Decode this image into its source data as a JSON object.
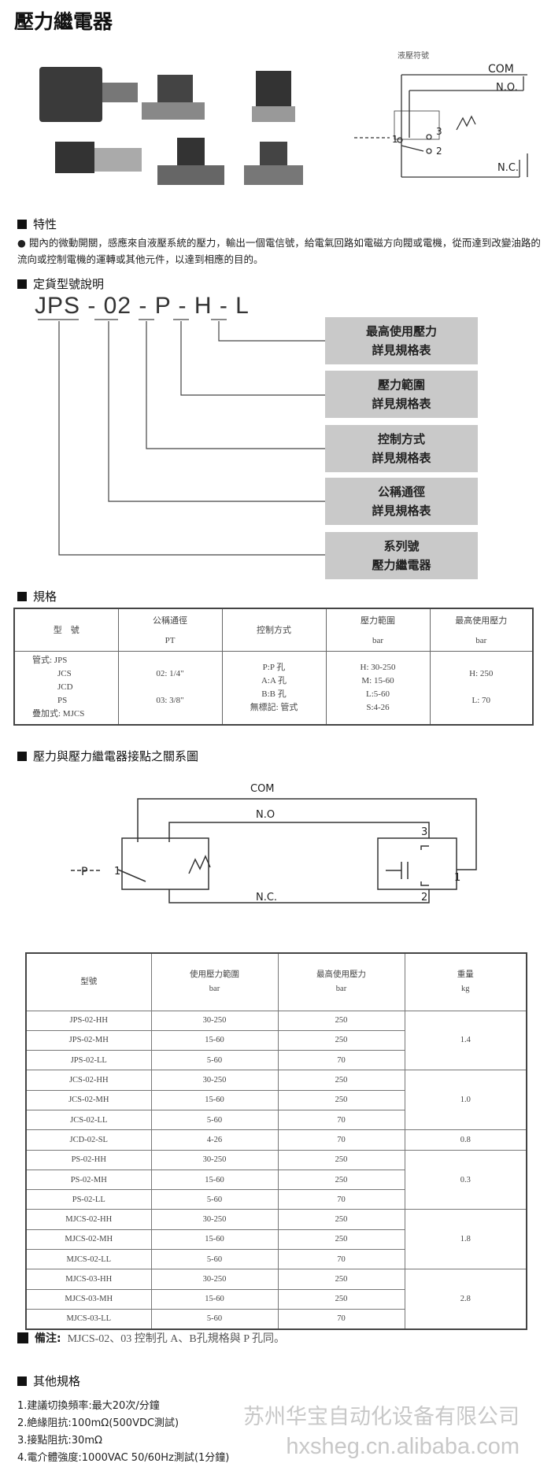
{
  "title": "壓力繼電器",
  "symbol": {
    "caption": "液壓符號",
    "com": "COM",
    "no": "N.O.",
    "nc": "N.C.",
    "n1": "1",
    "n2": "2",
    "n3": "3"
  },
  "features": {
    "heading": "特性",
    "bullet": "●",
    "text": "閥內的微動開關，感應來自液壓系統的壓力，輸出一個電信號，給電氣回路如電磁方向閥或電機，從而達到改變油路的流向或控制電機的運轉或其他元件，以達到相應的目的。"
  },
  "order": {
    "heading": "定貨型號說明",
    "code": "JPS - 02 - P - H - L",
    "boxes": [
      [
        "最高使用壓力",
        "詳見規格表"
      ],
      [
        "壓力範圍",
        "詳見規格表"
      ],
      [
        "控制方式",
        "詳見規格表"
      ],
      [
        "公稱通徑",
        "詳見規格表"
      ],
      [
        "系列號",
        "壓力繼電器"
      ]
    ]
  },
  "spec": {
    "heading": "規格",
    "headers": [
      [
        "型　號",
        ""
      ],
      [
        "公稱通徑",
        "PT"
      ],
      [
        "控制方式",
        ""
      ],
      [
        "壓力範圍",
        "bar"
      ],
      [
        "最高使用壓力",
        "bar"
      ]
    ],
    "models": [
      "管式: JPS",
      "JCS",
      "JCD",
      "PS",
      "疊加式: MJCS"
    ],
    "sizes": [
      "02: 1/4\"",
      "03: 3/8\""
    ],
    "controls": [
      "P:P 孔",
      "A:A 孔",
      "B:B 孔",
      "無標記: 管式"
    ],
    "ranges": [
      "H: 30-250",
      "M: 15-60",
      "L:5-60",
      "S:4-26"
    ],
    "max": [
      "H: 250",
      "L: 70"
    ]
  },
  "relation": {
    "heading": "壓力與壓力繼電器接點之關系圖",
    "com": "COM",
    "no": "N.O",
    "nc": "N.C.",
    "p": "P",
    "n1": "1",
    "n2": "2",
    "n3": "3"
  },
  "table": {
    "headers": [
      [
        "型號",
        ""
      ],
      [
        "使用壓力範圍",
        "bar"
      ],
      [
        "最高使用壓力",
        "bar"
      ],
      [
        "重量",
        "kg"
      ]
    ],
    "rows": [
      [
        "JPS-02-HH",
        "30-250",
        "250"
      ],
      [
        "JPS-02-MH",
        "15-60",
        "250"
      ],
      [
        "JPS-02-LL",
        "5-60",
        "70"
      ],
      [
        "JCS-02-HH",
        "30-250",
        "250"
      ],
      [
        "JCS-02-MH",
        "15-60",
        "250"
      ],
      [
        "JCS-02-LL",
        "5-60",
        "70"
      ],
      [
        "JCD-02-SL",
        "4-26",
        "70"
      ],
      [
        "PS-02-HH",
        "30-250",
        "250"
      ],
      [
        "PS-02-MH",
        "15-60",
        "250"
      ],
      [
        "PS-02-LL",
        "5-60",
        "70"
      ],
      [
        "MJCS-02-HH",
        "30-250",
        "250"
      ],
      [
        "MJCS-02-MH",
        "15-60",
        "250"
      ],
      [
        "MJCS-02-LL",
        "5-60",
        "70"
      ],
      [
        "MJCS-03-HH",
        "30-250",
        "250"
      ],
      [
        "MJCS-03-MH",
        "15-60",
        "250"
      ],
      [
        "MJCS-03-LL",
        "5-60",
        "70"
      ]
    ],
    "weights": [
      {
        "value": "1.4",
        "span": 3
      },
      {
        "value": "1.0",
        "span": 3
      },
      {
        "value": "0.8",
        "span": 1
      },
      {
        "value": "0.3",
        "span": 3
      },
      {
        "value": "1.8",
        "span": 3
      },
      {
        "value": "2.8",
        "span": 3
      }
    ]
  },
  "note": {
    "label": "備注:",
    "text": "MJCS-02、03 控制孔 A、B孔規格與 P 孔同。"
  },
  "other": {
    "heading": "其他規格",
    "items": [
      "1.建議切換頻率:最大20次/分鐘",
      "2.絶緣阻抗:100mΩ(500VDC測試)",
      "3.接點阻抗:30mΩ",
      "4.電介體強度:1000VAC  50/60Hz測試(1分鐘)"
    ]
  },
  "watermark": {
    "company": "苏州华宝自动化设备有限公司",
    "site": "hxsheg.cn.alibaba.com"
  }
}
